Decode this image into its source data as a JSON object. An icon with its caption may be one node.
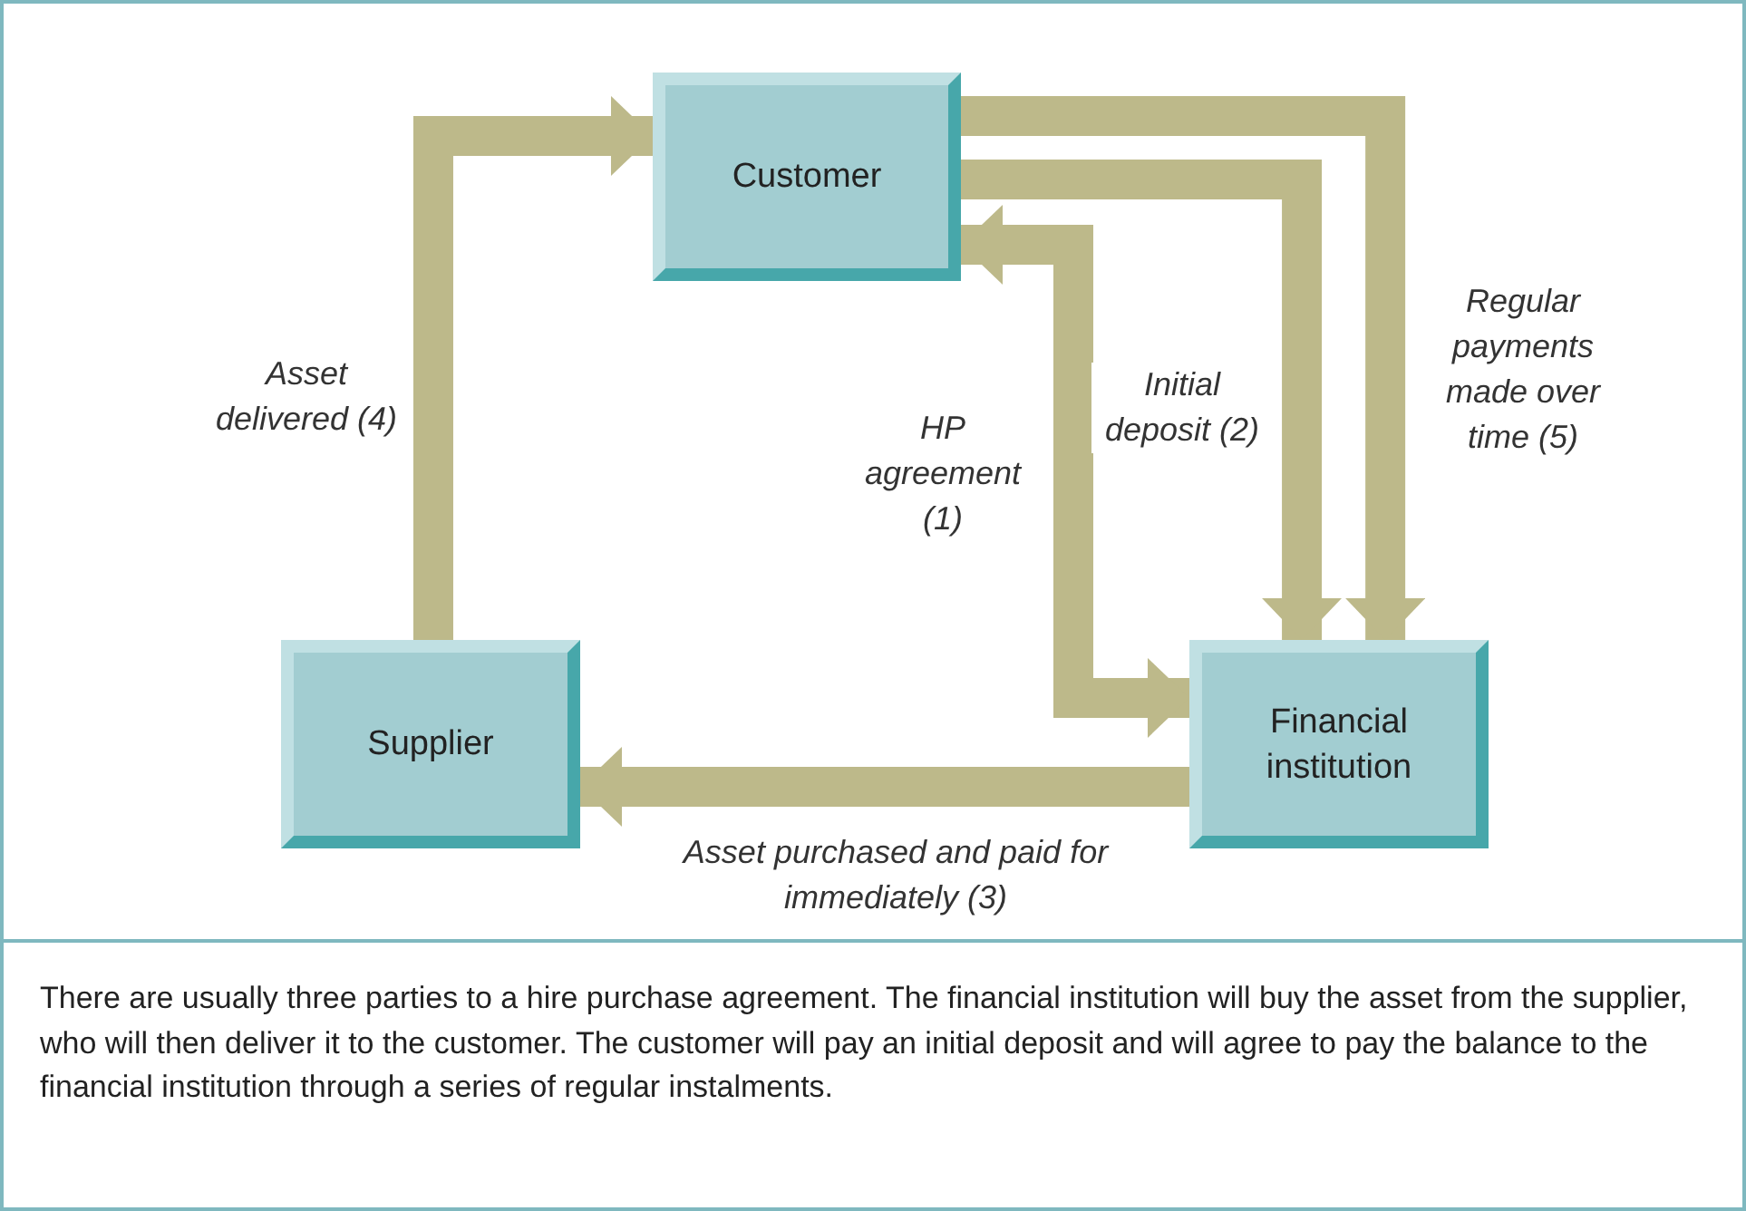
{
  "diagram": {
    "caption": "There are usually three parties to a hire purchase agreement. The financial institution will buy the asset from the supplier, who will then deliver it to the customer. The customer will pay an initial deposit and will agree to pay the balance to the financial institution through a series of regular instalments.",
    "nodes": [
      {
        "text": [
          "Customer"
        ]
      },
      {
        "text": [
          "Supplier"
        ]
      },
      {
        "text": [
          "Financial institution"
        ]
      }
    ],
    "edges": [
      {
        "from": 1,
        "to": 0,
        "arrow": "to",
        "label": "Asset delivered (4)"
      },
      {
        "from": 0,
        "to": 2,
        "arrow": "both",
        "label": "HP agreement (1)"
      },
      {
        "from": 0,
        "to": 2,
        "arrow": "to",
        "label": "Initial deposit (2)"
      },
      {
        "from": 0,
        "to": 2,
        "arrow": "to",
        "label": "Regular payments made over time (5)"
      },
      {
        "from": 2,
        "to": 1,
        "arrow": "to",
        "label": "Asset purchased and paid for immediately (3)"
      }
    ]
  }
}
